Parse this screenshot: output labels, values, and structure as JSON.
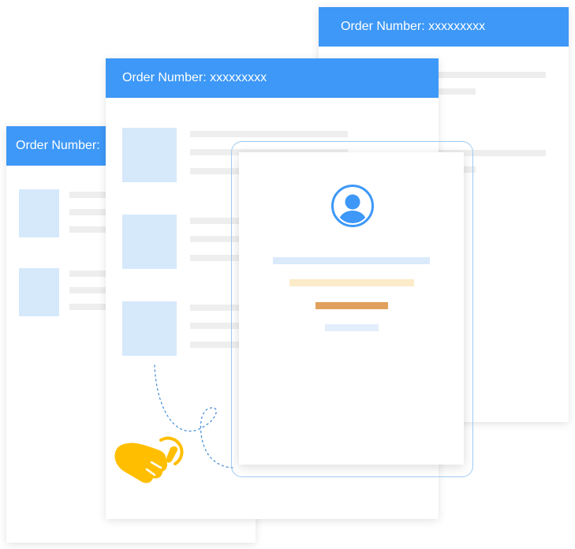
{
  "cards": {
    "left": {
      "header": "Order Number: "
    },
    "middle": {
      "header": "Order Number: xxxxxxxxx"
    },
    "right": {
      "header": "Order Number: xxxxxxxxx"
    }
  },
  "colors": {
    "header_blue": "#3d98f7",
    "thumb": "#d6e9fb",
    "line_gray": "#eeeeee",
    "frame_border": "#9fcbf3",
    "bar_blue": "#dbeafa",
    "bar_cream": "#fbebc8",
    "bar_orange": "#e0a15e",
    "bar_lightblue": "#e3eefb",
    "hand_yellow": "#ffbf00"
  },
  "icons": {
    "profile": "user-avatar-icon",
    "hand": "tap-hand-icon"
  }
}
